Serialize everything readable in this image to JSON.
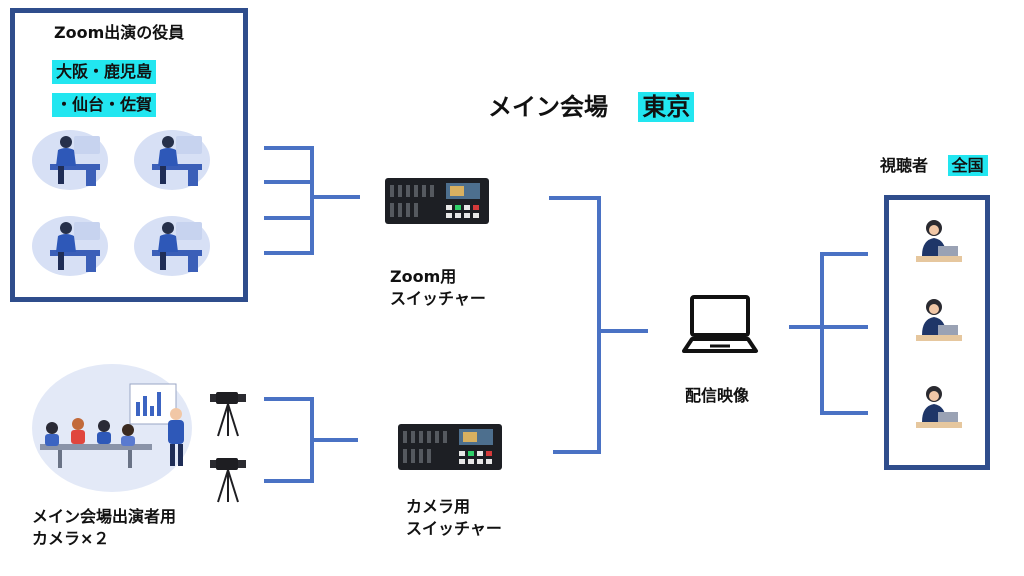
{
  "title": {
    "main": "メイン会場",
    "highlight": "東京"
  },
  "zoom_panel": {
    "heading": "Zoom出演の役員",
    "locations_line1": "大阪・鹿児島",
    "locations_line2": "・仙台・佐賀"
  },
  "main_venue_camera": {
    "line1": "メイン会場出演者用",
    "line2": "カメラ×２"
  },
  "zoom_switcher": {
    "line1": "Zoom用",
    "line2": "スイッチャー"
  },
  "camera_switcher": {
    "line1": "カメラ用",
    "line2": "スイッチャー"
  },
  "distribution": {
    "label": "配信映像"
  },
  "viewers": {
    "label": "視聴者",
    "highlight": "全国"
  },
  "colors": {
    "connector": "#4a72c4",
    "frame": "#2f4d8c",
    "highlight": "#22e6f0"
  },
  "icons": {
    "zoom_participant": "person-at-desk-icon",
    "meeting": "meeting-presentation-icon",
    "camera": "video-camera-tripod-icon",
    "switcher": "video-switcher-icon",
    "laptop": "laptop-icon",
    "viewer": "viewer-at-laptop-icon"
  }
}
